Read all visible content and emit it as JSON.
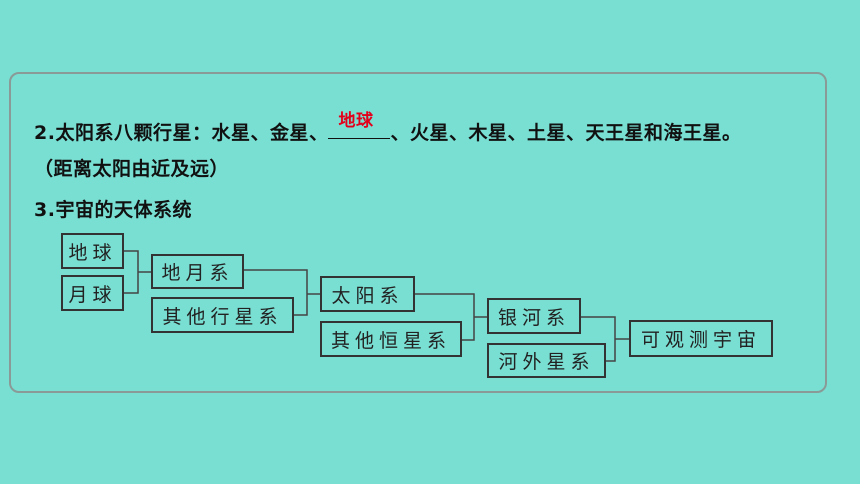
{
  "text": {
    "line1_before": "2.太阳系八颗行星：水星、金星、",
    "line1_answer": "地球",
    "line1_after": "、火星、木星、土星、天王星和海王星。",
    "line2": "（距离太阳由近及远）",
    "line3": "3.宇宙的天体系统"
  },
  "diagram": {
    "earth": "地球",
    "moon": "月球",
    "earth_moon": "地月系",
    "other_planets": "其他行星系",
    "solar": "太阳系",
    "other_stars": "其他恒星系",
    "milky_way": "银河系",
    "extragalactic": "河外星系",
    "observable": "可观测宇宙"
  },
  "colors": {
    "background": "#79dfd3",
    "answer": "#e3001b"
  }
}
